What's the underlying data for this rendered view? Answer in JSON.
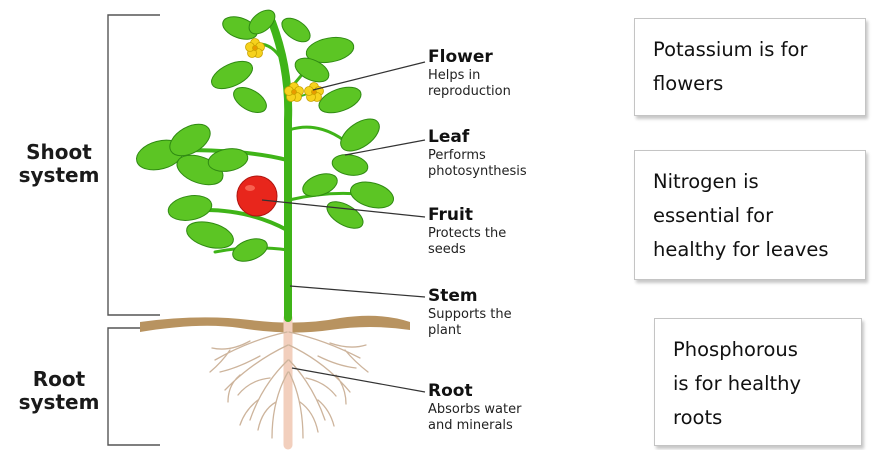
{
  "systems": {
    "shoot": [
      "Shoot",
      "system"
    ],
    "root": [
      "Root",
      "system"
    ]
  },
  "parts": [
    {
      "title": "Flower",
      "desc": [
        "Helps in",
        "reproduction"
      ]
    },
    {
      "title": "Leaf",
      "desc": [
        "Performs",
        "photosynthesis"
      ]
    },
    {
      "title": "Fruit",
      "desc": [
        "Protects the",
        "seeds"
      ]
    },
    {
      "title": "Stem",
      "desc": [
        "Supports the",
        "plant"
      ]
    },
    {
      "title": "Root",
      "desc": [
        "Absorbs water",
        "and minerals"
      ]
    }
  ],
  "notes": [
    {
      "lines": [
        "Potassium is for",
        "flowers"
      ]
    },
    {
      "lines": [
        "Nitrogen is",
        "essential for",
        "healthy for leaves"
      ]
    },
    {
      "lines": [
        "Phosphorous",
        "is for healthy",
        "roots"
      ]
    }
  ],
  "colors": {
    "leaf": "#5cc524",
    "leaf_dark": "#2f8a12",
    "stem": "#3fb418",
    "flower": "#f6d21c",
    "fruit": "#e8261c",
    "soil": "#b89360",
    "root": "#cdb49c",
    "root_main": "#f2cfbd"
  }
}
